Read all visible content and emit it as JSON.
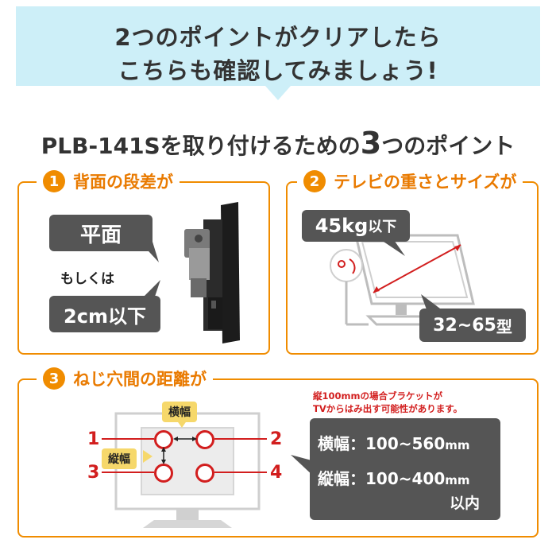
{
  "banner": {
    "line1": "2つのポイントがクリアしたら",
    "line2": "こちらも確認してみましょう!"
  },
  "title": {
    "prefix": "PLB-141Sを取り付けるための",
    "number": "3",
    "suffix": "つのポイント"
  },
  "point1": {
    "num": "1",
    "title": "背面の段差が",
    "bubble_flat": "平面",
    "or_text": "もしくは",
    "bubble_step": "2cm以下"
  },
  "point2": {
    "num": "2",
    "title": "テレビの重さとサイズが",
    "weight_num": "45kg",
    "weight_unit": "以下",
    "size_num": "32~65",
    "size_unit": "型"
  },
  "point3": {
    "num": "3",
    "title": "ねじ穴間の距離が",
    "note_line1": "縦100mmの場合ブラケットが",
    "note_line2": "TVからはみ出す可能性があります。",
    "tag_horizontal": "横幅",
    "tag_vertical": "縦幅",
    "hole_labels": [
      "1",
      "2",
      "3",
      "4"
    ],
    "spec_h_label": "横幅：",
    "spec_h_value": "100~560",
    "spec_h_unit": "mm",
    "spec_v_label": "縦幅：",
    "spec_v_value": "100~400",
    "spec_v_unit": "mm",
    "spec_v_suffix": "以内"
  },
  "colors": {
    "banner": "#cdeff8",
    "accent": "#f08c00",
    "callout": "#555555",
    "red": "#d21e1e"
  }
}
